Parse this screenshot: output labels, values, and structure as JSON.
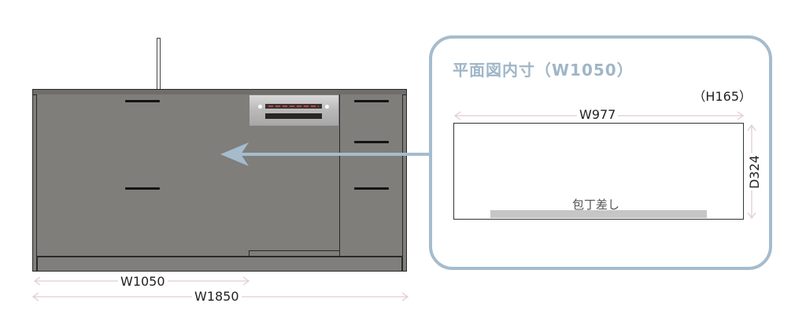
{
  "elevation": {
    "dimensions": {
      "sink_width": "W1050",
      "total_width": "W1850"
    },
    "components": {
      "faucet": "faucet",
      "upper_drawer": "sink-cabinet-upper-drawer",
      "lower_drawer": "sink-cabinet-lower-drawer",
      "dishwasher": "dishwasher",
      "right_drawers": [
        "top-drawer",
        "middle-drawer",
        "bottom-drawer"
      ]
    }
  },
  "callout": {
    "title": "平面図内寸（W1050）",
    "height_label": "（H165）",
    "width_label": "W977",
    "depth_label": "D324",
    "knife_holder_label": "包丁差し"
  },
  "colors": {
    "cabinet": "#7f7e7a",
    "outline": "#2a2a2a",
    "accent_blue": "#a5bccd",
    "title_blue": "#9fb6c8",
    "dimension_pink": "#e3cccf",
    "knife_holder": "#c6c6c6"
  }
}
